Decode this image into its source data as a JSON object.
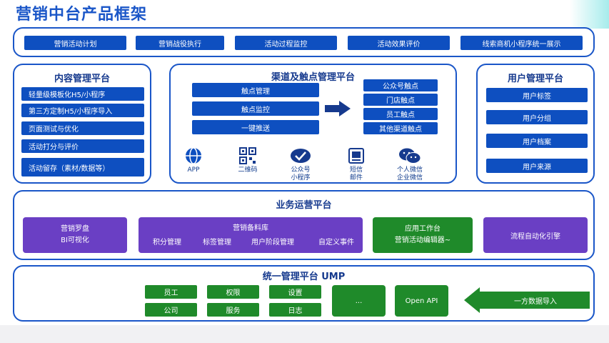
{
  "title": "营销中台产品框架",
  "top_bar": [
    "营销活动计划",
    "营销战役执行",
    "活动过程监控",
    "活动效果评价",
    "线索商机小程序统一展示"
  ],
  "content_platform": {
    "title": "内容管理平台",
    "items": [
      "轻量级模板化H5/小程序",
      "第三方定制H5/小程序导入",
      "页面测试与优化",
      "活动打分与评价",
      "活动留存（素材/数据等）"
    ]
  },
  "channel_platform": {
    "title": "渠道及触点管理平台",
    "left_items": [
      "触点管理",
      "触点监控",
      "一键推送"
    ],
    "right_items": [
      "公众号触点",
      "门店触点",
      "员工触点",
      "其他渠道触点"
    ],
    "channels": [
      {
        "icon": "globe-icon",
        "label": "APP"
      },
      {
        "icon": "qrcode-icon",
        "label": "二维码"
      },
      {
        "icon": "checkmark-icon",
        "label": "公众号\n小程序"
      },
      {
        "icon": "sms-icon",
        "label": "短信\n邮件"
      },
      {
        "icon": "wechat-icon",
        "label": "个人微信\n企业微信"
      }
    ]
  },
  "user_platform": {
    "title": "用户管理平台",
    "items": [
      "用户标签",
      "用户分组",
      "用户档案",
      "用户来源"
    ]
  },
  "business_platform": {
    "title": "业务运营平台",
    "dashboard": [
      "营销罗盘",
      "BI可视化"
    ],
    "material": {
      "title": "营销备料库",
      "items": [
        "积分管理",
        "标签管理",
        "用户阶段管理",
        "自定义事件"
      ]
    },
    "workbench": [
      "应用工作台",
      "营销活动编辑器~"
    ],
    "engine": "流程自动化引擎"
  },
  "unified_platform": {
    "title": "统一管理平台 UMP",
    "grid": [
      "员工",
      "权限",
      "设置",
      "公司",
      "服务",
      "日志"
    ],
    "more": "...",
    "openapi": "Open API",
    "import": "一方数据导入"
  },
  "colors": {
    "blue": "#0e4fc0",
    "purple": "#6a3fc4",
    "green": "#1f8a2a",
    "border": "#1a56c8"
  }
}
